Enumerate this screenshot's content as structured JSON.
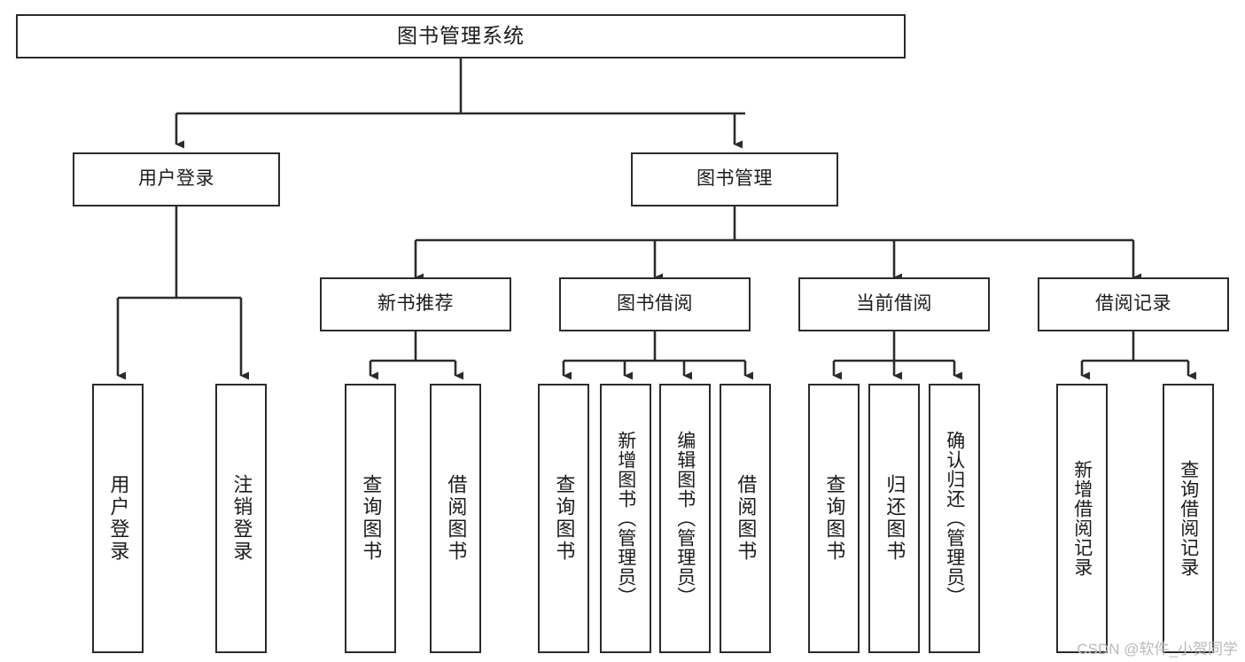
{
  "diagram": {
    "title": "图书管理系统",
    "type": "tree-hierarchy-functional-structure-chart",
    "orientation": "top-down",
    "stroke_color": "#2b2b2b",
    "fill_color": "#ffffff",
    "text_color": "#1b1b1b",
    "levels": 4,
    "root": {
      "id": "root",
      "label": "图书管理系统"
    },
    "level2": [
      {
        "id": "user-login",
        "label": "用户登录"
      },
      {
        "id": "book-manage",
        "label": "图书管理"
      }
    ],
    "level3": [
      {
        "id": "new-book-rec",
        "label": "新书推荐",
        "parent": "book-manage"
      },
      {
        "id": "book-borrow",
        "label": "图书借阅",
        "parent": "book-manage"
      },
      {
        "id": "current-borrow",
        "label": "当前借阅",
        "parent": "book-manage"
      },
      {
        "id": "borrow-record",
        "label": "借阅记录",
        "parent": "book-manage"
      }
    ],
    "leaves": [
      {
        "id": "leaf-user-login",
        "label": "用户登录",
        "parent": "user-login"
      },
      {
        "id": "leaf-logout",
        "label": "注销登录",
        "parent": "user-login"
      },
      {
        "id": "leaf-query-book-1",
        "label": "查询图书",
        "parent": "new-book-rec"
      },
      {
        "id": "leaf-borrow-book-1",
        "label": "借阅图书",
        "parent": "new-book-rec"
      },
      {
        "id": "leaf-query-book-2",
        "label": "查询图书",
        "parent": "book-borrow"
      },
      {
        "id": "leaf-add-book",
        "label": "新增图书（管理员）",
        "parent": "book-borrow"
      },
      {
        "id": "leaf-edit-book",
        "label": "编辑图书（管理员）",
        "parent": "book-borrow"
      },
      {
        "id": "leaf-borrow-book-2",
        "label": "借阅图书",
        "parent": "book-borrow"
      },
      {
        "id": "leaf-query-book-3",
        "label": "查询图书",
        "parent": "current-borrow"
      },
      {
        "id": "leaf-return-book",
        "label": "归还图书",
        "parent": "current-borrow"
      },
      {
        "id": "leaf-confirm-return",
        "label": "确认归还（管理员）",
        "parent": "current-borrow"
      },
      {
        "id": "leaf-add-record",
        "label": "新增借阅记录",
        "parent": "borrow-record"
      },
      {
        "id": "leaf-query-record",
        "label": "查询借阅记录",
        "parent": "borrow-record"
      }
    ]
  },
  "watermark": {
    "text": "CSDN @软件_小贺同学"
  }
}
